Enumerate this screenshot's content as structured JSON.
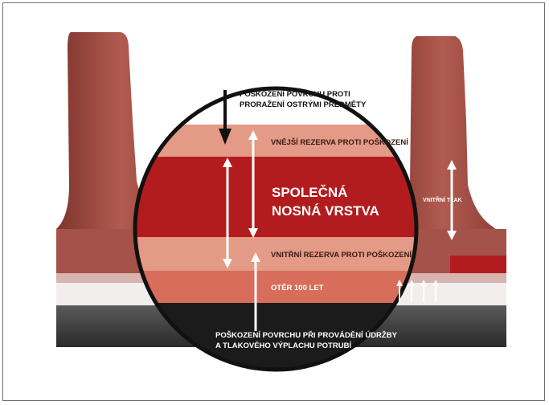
{
  "diagram": {
    "colors": {
      "outer_shell": "#a5534a",
      "outer_shell_dark": "#7f342d",
      "light_band": "#e39a86",
      "core_band": "#b31c1e",
      "wear_band": "#d76d5a",
      "gray_base": "#4c4c4c",
      "black_base": "#1b1b1b",
      "background": "#ffffff"
    },
    "labels": {
      "top_damage_line1": "POŠKOZENÍ POVRCHU PROTI",
      "top_damage_line2": "PRORAŽENÍ OSTRÝMI PŘEDMĚTY",
      "outer_reserve": "VNĚJŠÍ REZERVA PROTI POŠKOZENÍ",
      "core_line1": "SPOLEČNÁ",
      "core_line2": "NOSNÁ  VRSTVA",
      "internal_pressure": "VNITŘNÍ TLAK",
      "inner_reserve": "VNITŘNÍ  REZERVA PROTI POŠKOZENÍ",
      "wear": "OTĚR 100 LET",
      "bottom_damage_line1": "POŠKOZENÍ POVRCHU PŘI PROVÁDĚNÍ ÚDRŽBY",
      "bottom_damage_line2": "A TLAKOVÉHO VÝPLACHU POTRUBÍ"
    },
    "icons": [
      "down-arrow-icon",
      "double-arrow-icon",
      "up-arrow-icon"
    ]
  }
}
